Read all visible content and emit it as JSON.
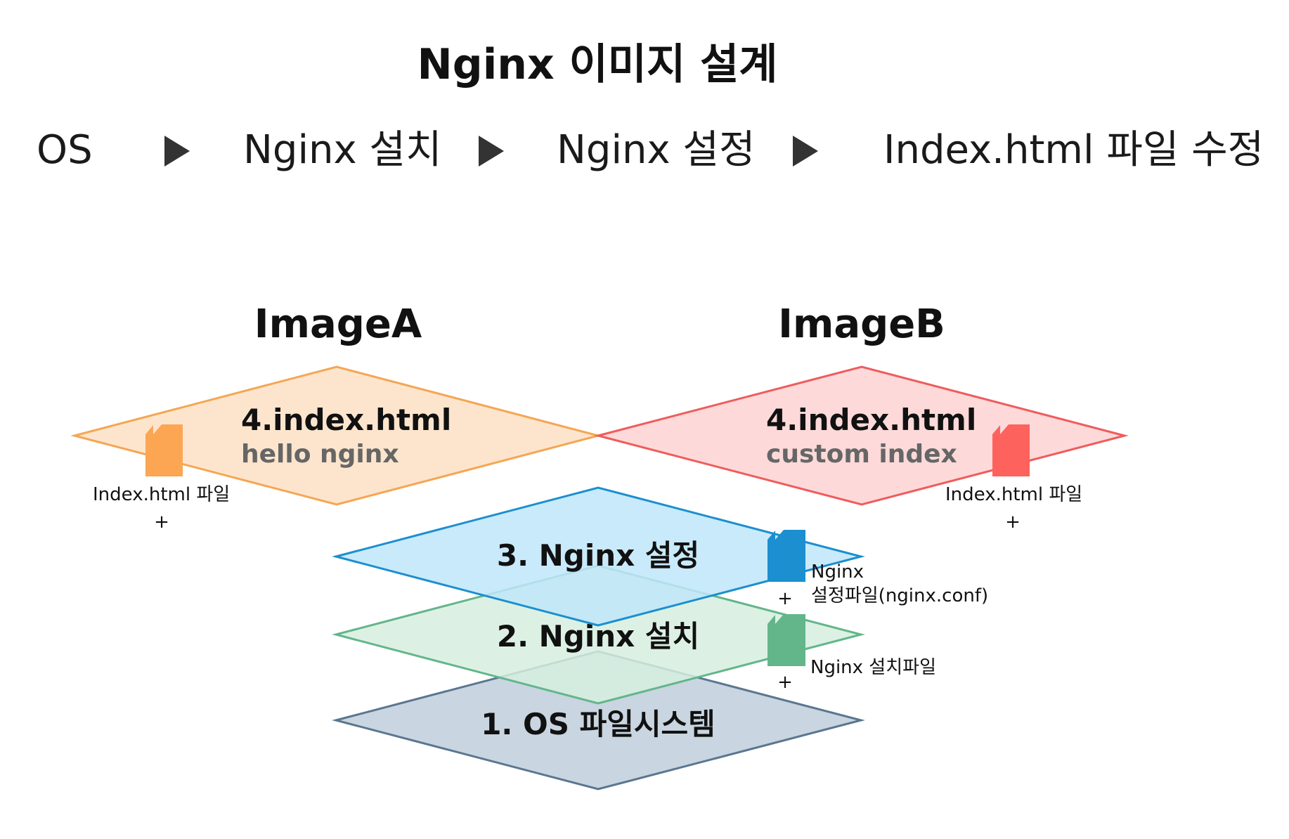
{
  "title": "Nginx 이미지 설계",
  "flow": {
    "steps": [
      "OS",
      "Nginx 설치",
      "Nginx 설정",
      "Index.html 파일 수정"
    ]
  },
  "images": {
    "a": {
      "label": "ImageA"
    },
    "b": {
      "label": "ImageB"
    }
  },
  "layers": {
    "os": {
      "title": "1. OS 파일시스템",
      "color": "#c9d5e0",
      "stroke": "#5a7690"
    },
    "install": {
      "title": "2. Nginx 설치",
      "color": "#d6eedf",
      "stroke": "#62b68a",
      "file_label": "Nginx 설치파일",
      "file_color": "#62b68a",
      "plus": "+"
    },
    "config": {
      "title": "3. Nginx 설정",
      "color": "#bfe6f9",
      "stroke": "#1b8fcf",
      "file_label_line1": "Nginx",
      "file_label_line2": "설정파일(nginx.conf)",
      "file_color": "#1b8fcf",
      "plus": "+"
    },
    "index_a": {
      "title": "4.index.html",
      "sub": "hello nginx",
      "color": "#fde5cd",
      "stroke": "#f5a653",
      "file_label": "Index.html 파일",
      "file_color": "#fca654",
      "plus": "+"
    },
    "index_b": {
      "title": "4.index.html",
      "sub": "custom index",
      "color": "#fdd9d9",
      "stroke": "#ef5c5c",
      "file_label": "Index.html 파일",
      "file_color": "#fe625c",
      "plus": "+"
    }
  }
}
